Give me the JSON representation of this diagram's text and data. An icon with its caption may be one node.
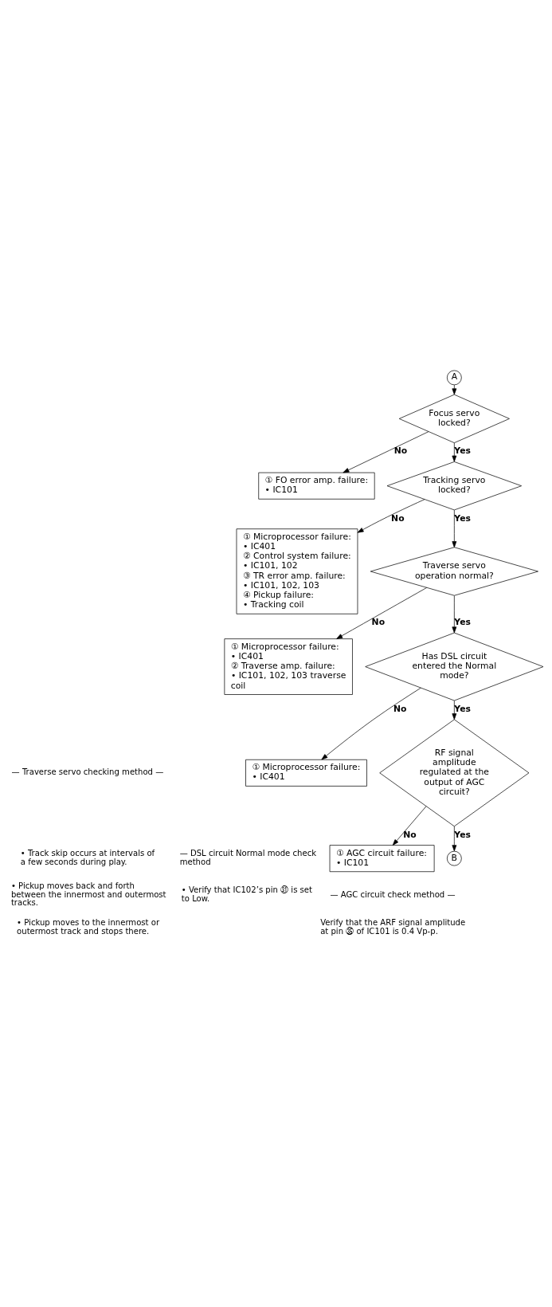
{
  "diagram": {
    "nodes": [
      {
        "text": [
          "A"
        ]
      },
      {
        "text": [
          "Focus servo locked?"
        ]
      },
      {
        "text": [
          "① FO error amp. failure:",
          "• IC101"
        ]
      },
      {
        "text": [
          "Tracking servo locked?"
        ]
      },
      {
        "text": [
          "① Microprocessor failure:",
          "• IC401",
          "② Control system failure:",
          "• IC101, 102",
          "③ TR error amp. failure:",
          "• IC101, 102, 103",
          "④ Pickup failure:",
          "• Tracking coil"
        ]
      },
      {
        "text": [
          "Traverse servo operation normal?"
        ]
      },
      {
        "text": [
          "① Microprocessor failure:",
          "• IC401",
          "② Traverse amp. failure:",
          "• IC101, 102, 103 traverse coil"
        ]
      },
      {
        "text": [
          "Has DSL circuit entered the Normal mode?"
        ]
      },
      {
        "text": [
          "① Microprocessor failure:",
          "• IC401"
        ]
      },
      {
        "text": [
          "RF signal amplitude regulated at the output of AGC circuit?"
        ]
      },
      {
        "text": [
          "① AGC circuit failure:",
          "• IC101"
        ]
      },
      {
        "text": [
          "B"
        ]
      }
    ],
    "edges": [
      {
        "from": 0,
        "to": 1,
        "arrow": "to"
      },
      {
        "from": 1,
        "to": 2,
        "arrow": "to",
        "label": "No"
      },
      {
        "from": 1,
        "to": 3,
        "arrow": "to",
        "label": "Yes"
      },
      {
        "from": 3,
        "to": 4,
        "arrow": "to",
        "label": "No"
      },
      {
        "from": 3,
        "to": 5,
        "arrow": "to",
        "label": "Yes"
      },
      {
        "from": 5,
        "to": 6,
        "arrow": "to",
        "label": "No"
      },
      {
        "from": 5,
        "to": 7,
        "arrow": "to",
        "label": "Yes"
      },
      {
        "from": 7,
        "to": 8,
        "arrow": "to",
        "label": "No"
      },
      {
        "from": 7,
        "to": 9,
        "arrow": "to",
        "label": "Yes"
      },
      {
        "from": 9,
        "to": 10,
        "arrow": "to",
        "label": "No"
      },
      {
        "from": 9,
        "to": 11,
        "arrow": "to",
        "label": "Yes"
      }
    ],
    "labels": [
      "— Traverse servo checking method —",
      "• Track skip occurs at intervals of a few seconds during play.",
      "• Pickup moves back and forth between the innermost and outermost tracks.",
      "• Pickup moves to the innermost or outermost track and stops there.",
      "— DSL circuit Normal mode check method",
      "• Verify that IC102’s pin ㉛ is set to Low.",
      "— AGC circuit check method —",
      "Verify that the ARF signal amplitude at pin ㉟ of IC101 is 0.4 Vp-p."
    ]
  }
}
